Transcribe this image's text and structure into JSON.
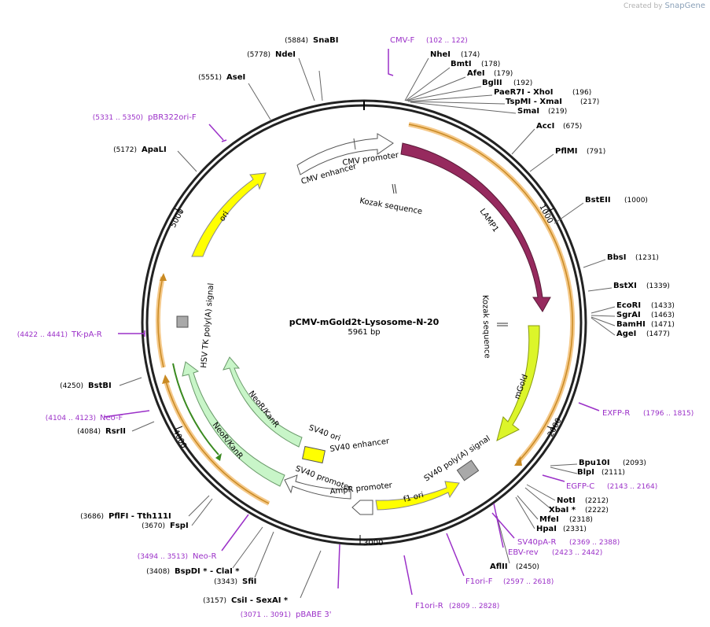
{
  "credit": {
    "prefix": "Created by",
    "brand": "SnapGene"
  },
  "plasmid": {
    "name": "pCMV-mGold2t-Lysosome-N-20",
    "size": "5961 bp"
  },
  "ticks": [
    "1000",
    "2000",
    "3000",
    "4000",
    "5000"
  ],
  "enzymes": [
    {
      "pos": "(5884)",
      "name": "SnaBI"
    },
    {
      "pos": "(5778)",
      "name": "NdeI"
    },
    {
      "pos": "(5551)",
      "name": "AseI"
    },
    {
      "pos": "(5172)",
      "name": "ApaLI"
    },
    {
      "name": "NheI",
      "pos": "(174)"
    },
    {
      "name": "BmtI",
      "pos": "(178)"
    },
    {
      "name": "AfeI",
      "pos": "(179)"
    },
    {
      "name": "BglII",
      "pos": "(192)"
    },
    {
      "name": "PaeR7I  - XhoI",
      "pos": "(196)"
    },
    {
      "name": "TspMI  - XmaI",
      "pos": "(217)"
    },
    {
      "name": "SmaI",
      "pos": "(219)"
    },
    {
      "name": "AccI",
      "pos": "(675)"
    },
    {
      "name": "PflMI",
      "pos": "(791)"
    },
    {
      "name": "BstEII",
      "pos": "(1000)"
    },
    {
      "name": "BbsI",
      "pos": "(1231)"
    },
    {
      "name": "BstXI",
      "pos": "(1339)"
    },
    {
      "name": "EcoRI",
      "pos": "(1433)"
    },
    {
      "name": "SgrAI",
      "pos": "(1463)"
    },
    {
      "name": "BamHI",
      "pos": "(1471)"
    },
    {
      "name": "AgeI",
      "pos": "(1477)"
    },
    {
      "name": "Bpu10I",
      "pos": "(2093)"
    },
    {
      "name": "BlpI",
      "pos": "(2111)"
    },
    {
      "name": "NotI",
      "pos": "(2212)"
    },
    {
      "name": "XbaI *",
      "pos": "(2222)"
    },
    {
      "name": "MfeI",
      "pos": "(2318)"
    },
    {
      "name": "HpaI",
      "pos": "(2331)"
    },
    {
      "name": "AflII",
      "pos": "(2450)"
    },
    {
      "pos": "(4250)",
      "name": "BstBI"
    },
    {
      "pos": "(4084)",
      "name": "RsrII"
    },
    {
      "pos": "(3686)",
      "name": "PflFI  - Tth111I"
    },
    {
      "pos": "(3670)",
      "name": "FspI"
    },
    {
      "pos": "(3408)",
      "name": "BspDI *  - ClaI *"
    },
    {
      "pos": "(3343)",
      "name": "SfiI"
    },
    {
      "pos": "(3157)",
      "name": "CsiI  - SexAI *"
    }
  ],
  "primers": [
    {
      "name": "CMV-F",
      "range": "(102 .. 122)"
    },
    {
      "range": "(5331 .. 5350)",
      "name": "pBR322ori-F"
    },
    {
      "range": "(4422 .. 4441)",
      "name": "TK-pA-R"
    },
    {
      "range": "(4104 .. 4123)",
      "name": "Neo-F"
    },
    {
      "range": "(3494 .. 3513)",
      "name": "Neo-R"
    },
    {
      "range": "(3071 .. 3091)",
      "name": "pBABE 3'"
    },
    {
      "name": "F1ori-R",
      "range": "(2809 .. 2828)"
    },
    {
      "name": "F1ori-F",
      "range": "(2597 .. 2618)"
    },
    {
      "name": "EBV-rev",
      "range": "(2423 .. 2442)"
    },
    {
      "name": "SV40pA-R",
      "range": "(2369 .. 2388)"
    },
    {
      "name": "EGFP-C",
      "range": "(2143 .. 2164)"
    },
    {
      "name": "EXFP-R",
      "range": "(1796 .. 1815)"
    }
  ],
  "features": [
    "CMV promoter",
    "CMV enhancer",
    "Kozak sequence",
    "LAMP1",
    "Kozak sequence",
    "mGold",
    "SV40 poly(A) signal",
    "f1 ori",
    "AmpR promoter",
    "SV40 promoter",
    "SV40 enhancer",
    "SV40 ori",
    "NeoR/KanR",
    "NeoR/KanR",
    "HSV TK poly(A) signal",
    "ori"
  ],
  "colors": {
    "LAMP1": "#962a5e",
    "mGold": "#dcf52a",
    "ori": "#ffff00",
    "f1_ori": "#ffff00",
    "NeoR": "#c8f5c8",
    "polyA": "#a9a9a9",
    "primer": "#9b30c8",
    "orf": "#e8a33a"
  }
}
